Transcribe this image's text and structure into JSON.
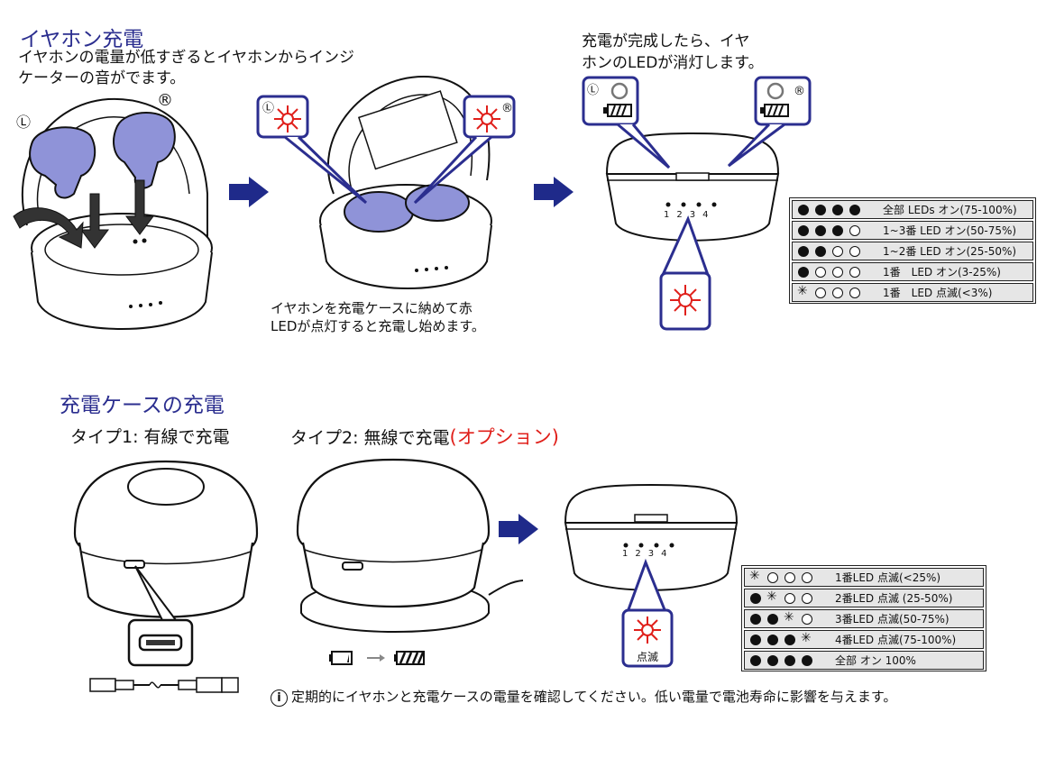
{
  "section1": {
    "title": "イヤホン充電",
    "line1": "イヤホンの電量が低すぎるとイヤホンからインジ",
    "line2": "ケーターの音がでます。",
    "insert_caption_1": "イヤホンを充電ケースに納めて赤",
    "insert_caption_2": "LEDが点灯すると充電し始めます。",
    "complete_1": "充電が完成したら、イヤ",
    "complete_2": "ホンのLEDが消灯します。",
    "left_mark": "Ⓛ",
    "right_mark": "®",
    "led_numbers": [
      "1",
      "2",
      "3",
      "4"
    ]
  },
  "earbud_table": [
    {
      "dots": [
        "on",
        "on",
        "on",
        "on"
      ],
      "label": "全部 LEDs オン(75-100%)"
    },
    {
      "dots": [
        "on",
        "on",
        "on",
        "off"
      ],
      "label": "1~3番 LED オン(50-75%)"
    },
    {
      "dots": [
        "on",
        "on",
        "off",
        "off"
      ],
      "label": "1~2番 LED オン(25-50%)"
    },
    {
      "dots": [
        "on",
        "off",
        "off",
        "off"
      ],
      "label": "1番　LED オン(3-25%)"
    },
    {
      "dots": [
        "blink",
        "off",
        "off",
        "off"
      ],
      "label": "1番　LED 点滅(<3%)"
    }
  ],
  "section2": {
    "title": "充電ケースの充電",
    "type1": "タイプ1: 有線で充電",
    "type2_prefix": "タイプ2: 無線で充電",
    "type2_option": "(オプション)",
    "blink_label": "点滅",
    "led_numbers": [
      "1",
      "2",
      "3",
      "4"
    ]
  },
  "case_table": [
    {
      "dots": [
        "blink",
        "off",
        "off",
        "off"
      ],
      "label": "1番LED 点滅(<25%)"
    },
    {
      "dots": [
        "on",
        "blink",
        "off",
        "off"
      ],
      "label": "2番LED 点滅 (25-50%)"
    },
    {
      "dots": [
        "on",
        "on",
        "blink",
        "off"
      ],
      "label": "3番LED 点滅(50-75%)"
    },
    {
      "dots": [
        "on",
        "on",
        "on",
        "blink"
      ],
      "label": "4番LED 点滅(75-100%)"
    },
    {
      "dots": [
        "on",
        "on",
        "on",
        "on"
      ],
      "label": "全部 オン 100%"
    }
  ],
  "note": "定期的にイヤホンと充電ケースの電量を確認してください。低い電量で電池寿命に影響を与えます。",
  "colors": {
    "title": "#2b2e8f",
    "arrow": "#1f2a8a",
    "red": "#e0201b",
    "earbud": "#8f93d8"
  }
}
